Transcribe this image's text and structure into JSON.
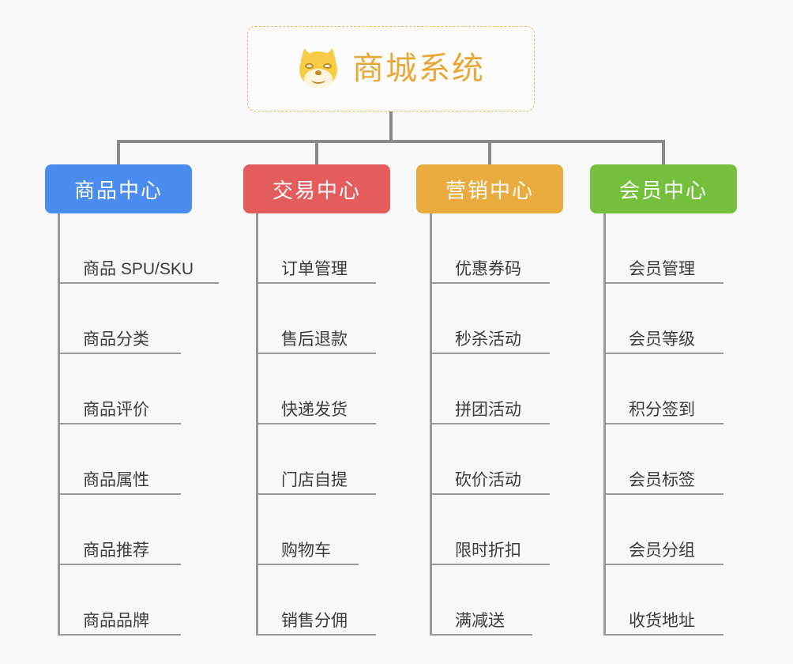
{
  "diagram": {
    "title": "商城系统",
    "root_icon": "shiba-dog-icon",
    "background_color": "#f8f8f8",
    "root": {
      "label": "商城系统",
      "border_color": "#e9b95c",
      "text_color": "#e8a838"
    },
    "connector_color": "#8a8a8a",
    "branches": [
      {
        "label": "商品中心",
        "color": "#4a8cef",
        "items": [
          "商品 SPU/SKU",
          "商品分类",
          "商品评价",
          "商品属性",
          "商品推荐",
          "商品品牌"
        ]
      },
      {
        "label": "交易中心",
        "color": "#e55c5c",
        "items": [
          "订单管理",
          "售后退款",
          "快递发货",
          "门店自提",
          "购物车",
          "销售分佣"
        ]
      },
      {
        "label": "营销中心",
        "color": "#eaab3e",
        "items": [
          "优惠券码",
          "秒杀活动",
          "拼团活动",
          "砍价活动",
          "限时折扣",
          "满减送"
        ]
      },
      {
        "label": "会员中心",
        "color": "#74c03c",
        "items": [
          "会员管理",
          "会员等级",
          "积分签到",
          "会员标签",
          "会员分组",
          "收货地址"
        ]
      }
    ]
  }
}
